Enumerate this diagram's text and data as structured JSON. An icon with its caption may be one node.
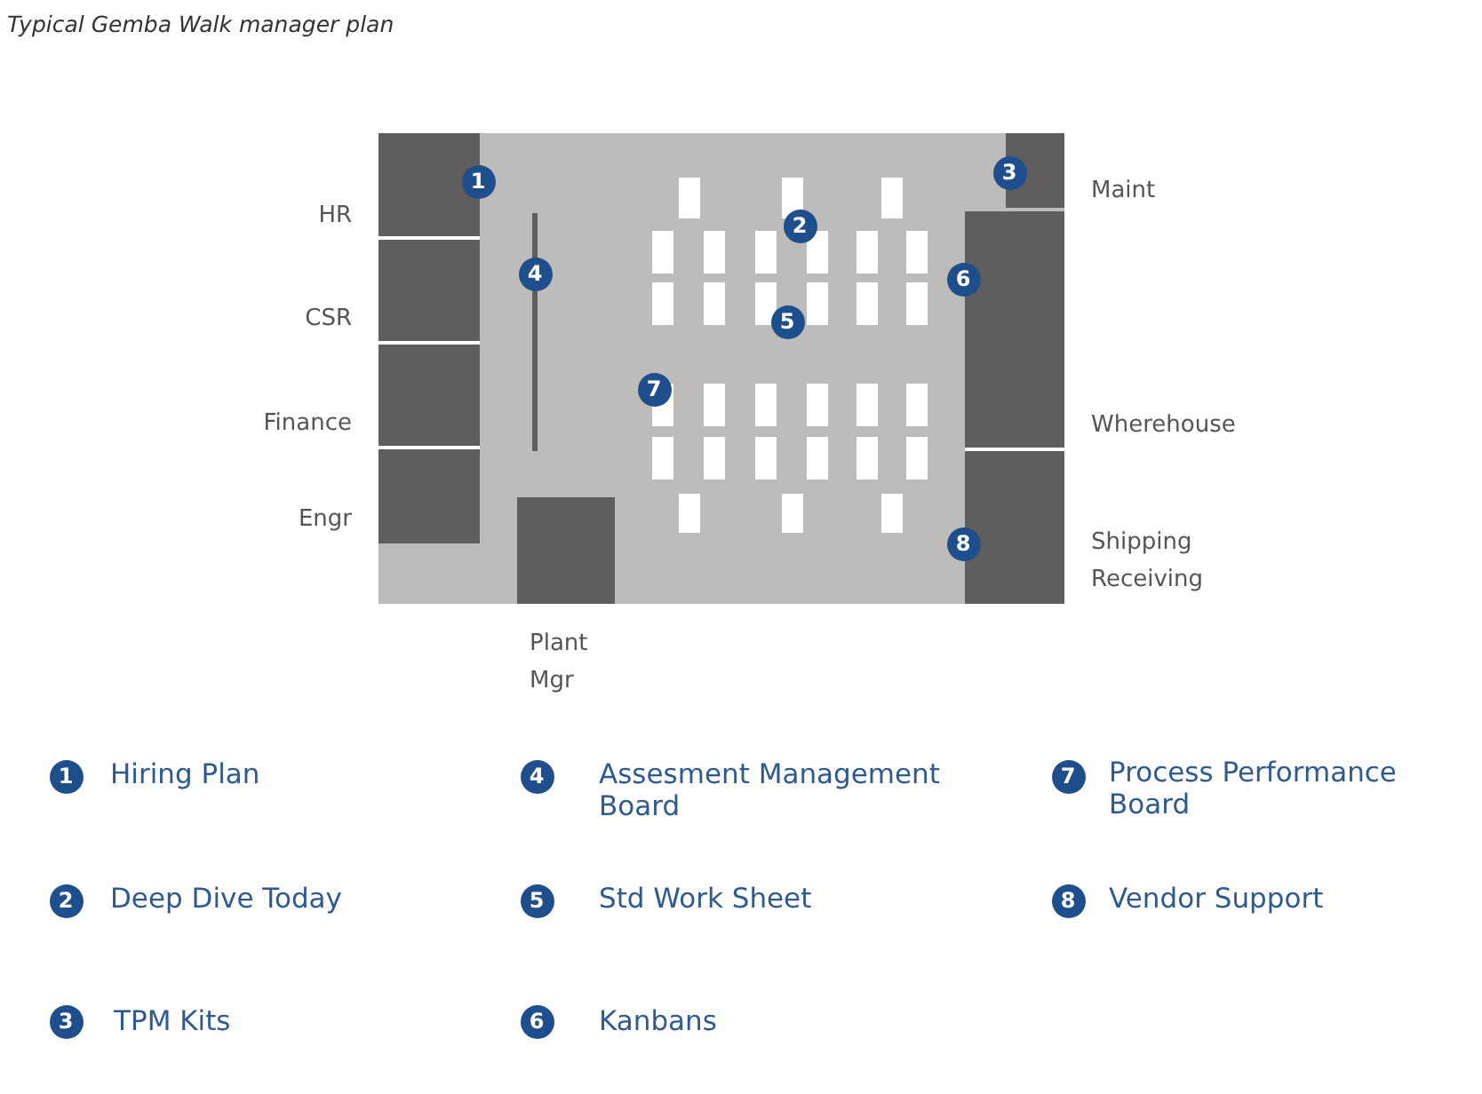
{
  "diagram": {
    "title": "Typical Gemba Walk manager plan",
    "labels": [
      "1",
      "2",
      "3",
      "4",
      "5",
      "6",
      "7",
      "8",
      "HR",
      "CSR",
      "Finance",
      "Engr",
      "Maint",
      "Wherehouse",
      "Shipping",
      "Receiving",
      "Plant Mgr",
      "1",
      "Hiring Plan",
      "4",
      "Assesment Management Board",
      "7",
      "Process Performance Board",
      "2",
      "Deep Dive Today",
      "5",
      "Std Work Sheet",
      "8",
      "Vendor Support",
      "3",
      "TPM Kits",
      "6",
      "Kanbans"
    ]
  }
}
